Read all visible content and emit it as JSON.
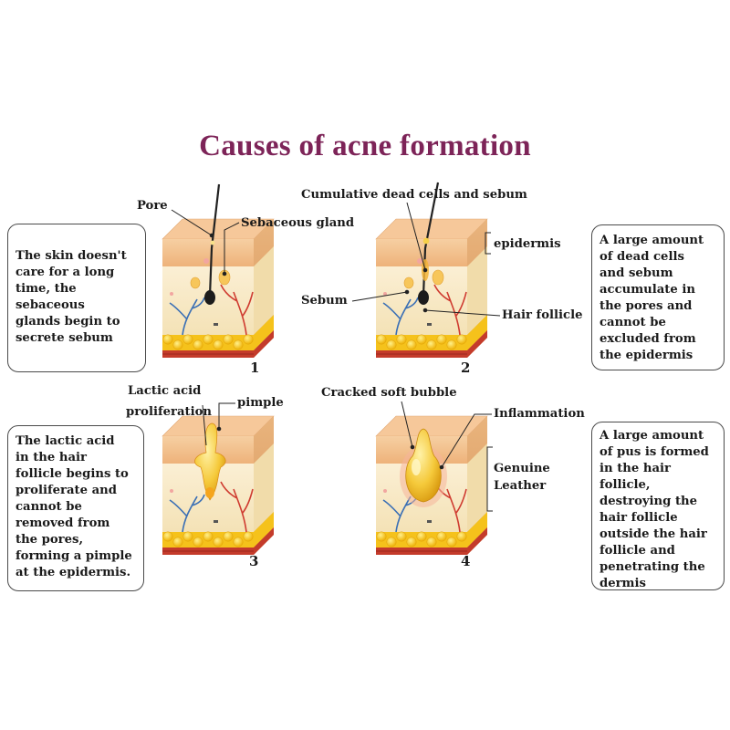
{
  "title": "Causes of acne formation",
  "colors": {
    "title": "#7d2458",
    "epidermis": "#f3c08e",
    "dermis": "#f7e9c6",
    "fat": "#f5c21b",
    "muscle": "#c43b2b",
    "vessel_blue": "#3a6fb5",
    "vessel_red": "#cf3b30",
    "sebum": "#f2b43a"
  },
  "panels": [
    {
      "number": "1",
      "labels": {
        "pore": "Pore",
        "gland": "Sebaceous gland"
      },
      "description": [
        "The skin doesn't",
        "care for a long",
        "time, the",
        "sebaceous",
        "glands begin to",
        "secrete sebum"
      ]
    },
    {
      "number": "2",
      "labels": {
        "dead_cells": "Cumulative dead cells and sebum",
        "epidermis": "epidermis",
        "sebum": "Sebum",
        "follicle": "Hair follicle"
      },
      "description": [
        "A large amount",
        "of dead cells",
        "and sebum",
        "accumulate in",
        "the pores and",
        "cannot be",
        "excluded from",
        "the epidermis"
      ]
    },
    {
      "number": "3",
      "labels": {
        "lactic_1": "Lactic acid",
        "lactic_2": "proliferation",
        "pimple": "pimple"
      },
      "description": [
        "The lactic acid",
        "in the hair",
        "follicle begins to",
        "proliferate and",
        "cannot be",
        "removed from",
        "the pores,",
        "forming a pimple",
        "at the epidermis."
      ]
    },
    {
      "number": "4",
      "labels": {
        "bubble": "Cracked soft bubble",
        "inflammation": "Inflammation",
        "leather_1": "Genuine",
        "leather_2": "Leather"
      },
      "description": [
        "A large amount",
        "of pus is formed",
        "in the hair",
        "follicle,",
        "destroying the",
        "hair follicle",
        "outside the hair",
        "follicle and",
        "penetrating the",
        "dermis"
      ]
    }
  ]
}
